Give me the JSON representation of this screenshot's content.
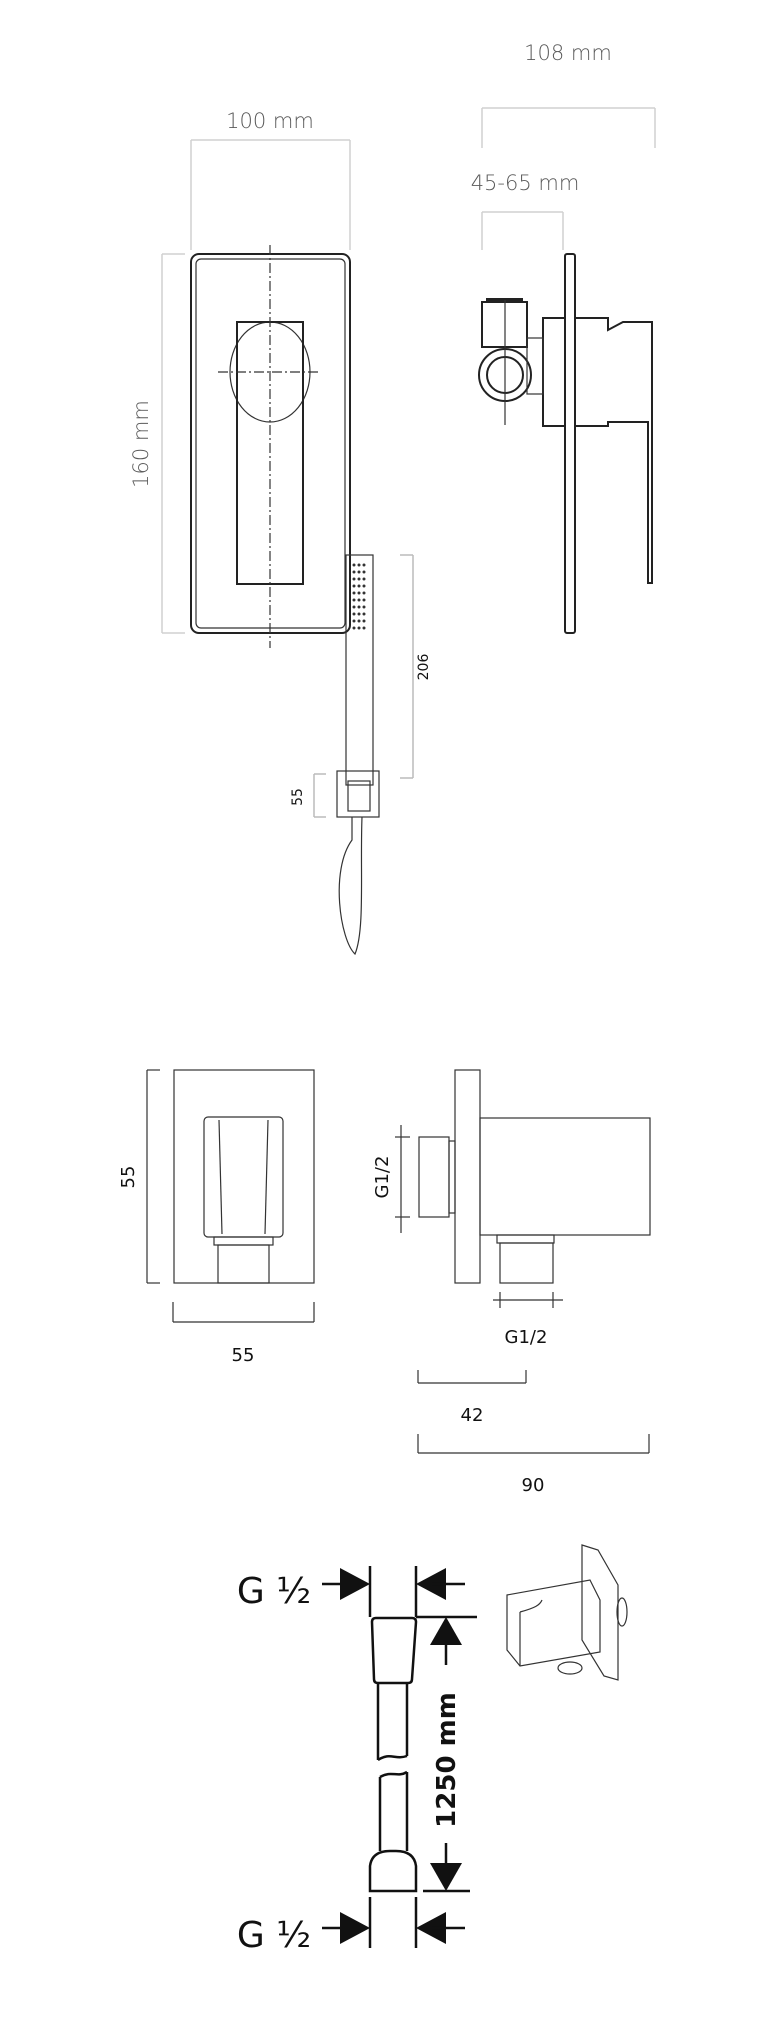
{
  "mixer": {
    "width_label": "100 mm",
    "height_label": "160 mm",
    "depth_label": "108 mm",
    "wall_depth_label": "45-65 mm"
  },
  "hand_shower": {
    "length_label": "206",
    "holder_label": "55"
  },
  "wall_outlet": {
    "height_label": "55",
    "width_label": "55",
    "inlet_thread_label": "G1/2",
    "outlet_thread_label": "G1/2",
    "outlet_offset_label": "42",
    "depth_label": "90"
  },
  "hose": {
    "top_thread_label": "G ½",
    "bottom_thread_label": "G ½",
    "length_label": "1250 mm"
  },
  "colors": {
    "dimension_line": "#d0d0d0",
    "drawing_line": "#222222"
  }
}
